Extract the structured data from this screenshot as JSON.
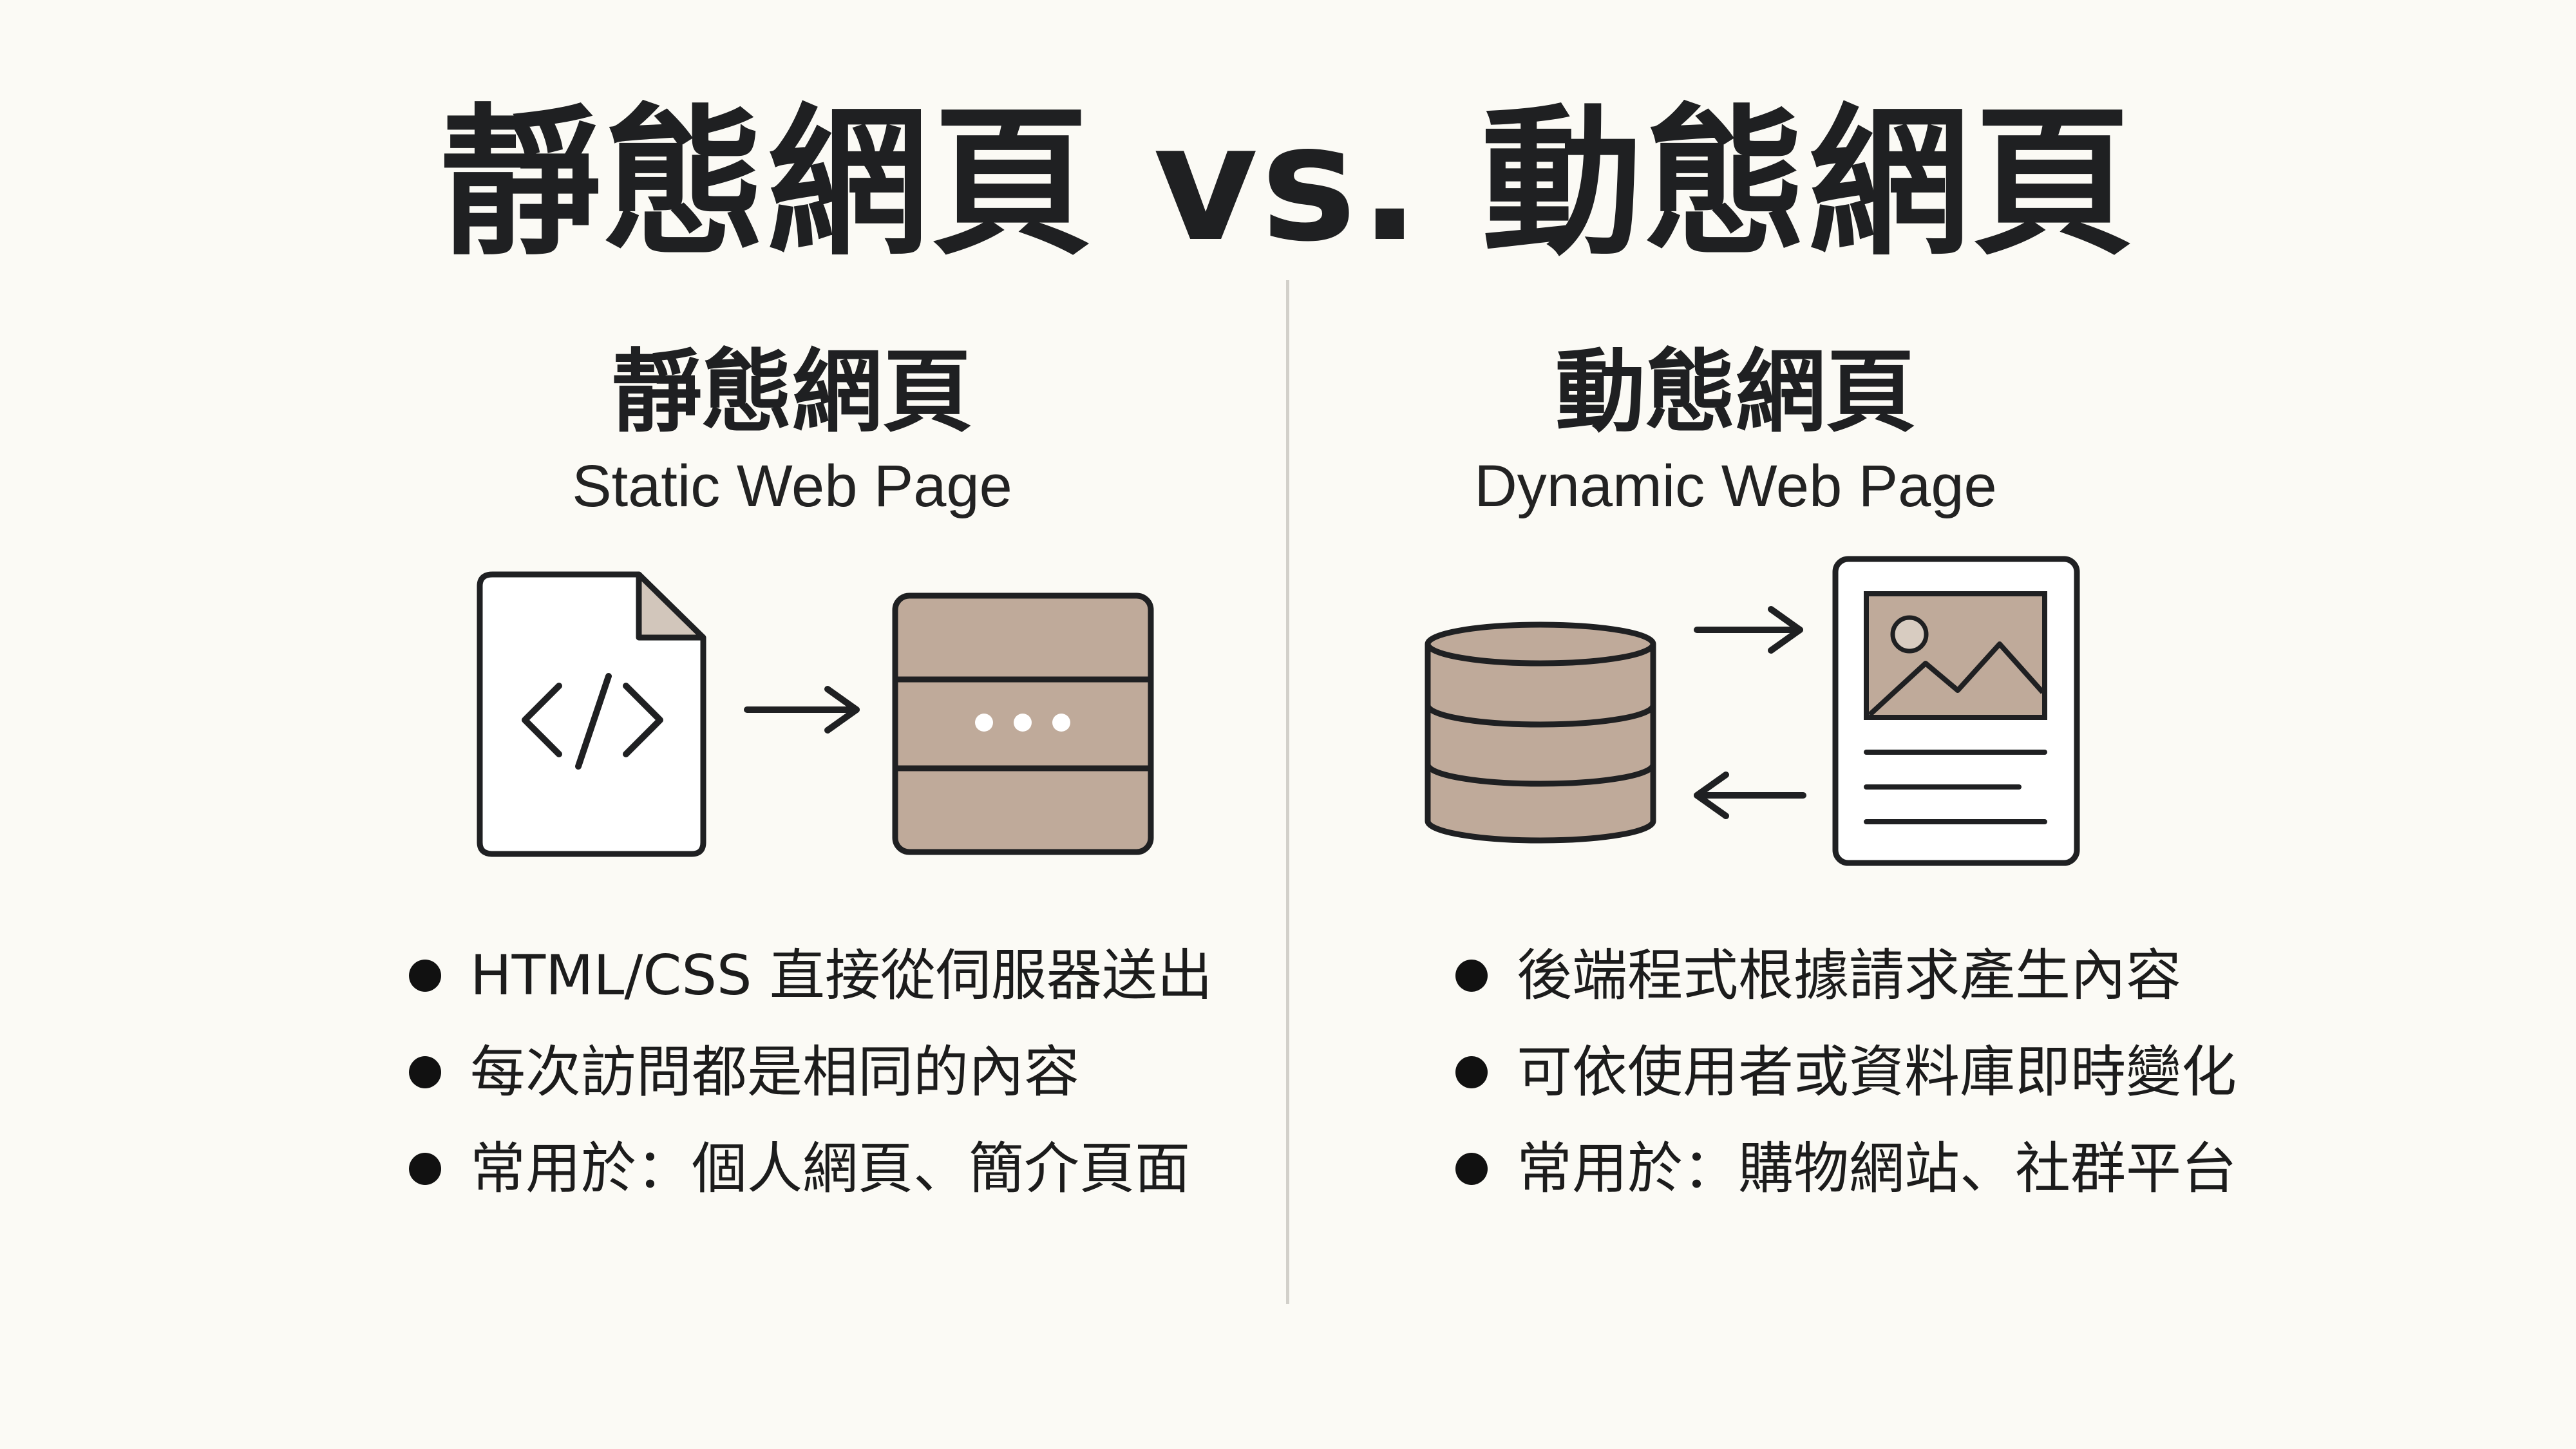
{
  "title": "靜態網頁 vs. 動態網頁",
  "static": {
    "title": "靜態網頁",
    "subtitle": "Static Web Page",
    "bullets": [
      "HTML/CSS 直接從伺服器送出",
      "每次訪問都是相同的內容",
      "常用於：個人網頁、簡介頁面"
    ]
  },
  "dynamic": {
    "title": "動態網頁",
    "subtitle": "Dynamic Web Page",
    "bullets": [
      "後端程式根據請求產生內容",
      "可依使用者或資料庫即時變化",
      "常用於：購物網站、社群平台"
    ]
  },
  "colors": {
    "accent_fill": "#bfaa9a",
    "stroke": "#1f2022",
    "background": "#fbfaf5"
  },
  "icons": [
    "code-file-icon",
    "server-icon",
    "database-icon",
    "web-page-icon",
    "arrow-right-icon",
    "arrow-left-icon"
  ]
}
